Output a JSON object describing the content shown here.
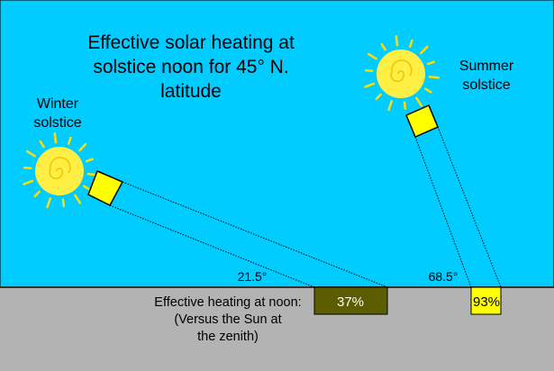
{
  "title": {
    "line1": "Effective solar heating at",
    "line2": "solstice noon for 45° N.",
    "line3": "latitude"
  },
  "winter": {
    "label_line1": "Winter",
    "label_line2": "solstice",
    "angle_label": "21.5°",
    "heating_value": "37%",
    "heating_fraction": 0.37
  },
  "summer": {
    "label_line1": "Summer",
    "label_line2": "solstice",
    "angle_label": "68.5°",
    "heating_value": "93%",
    "heating_fraction": 0.93
  },
  "caption": {
    "line1": "Effective heating at noon:",
    "line2": "(Versus the Sun at",
    "line3": "the zenith)"
  },
  "colors": {
    "sky": "#00ccff",
    "ground": "#b3b3b3",
    "sun_fill": "#ffee44",
    "sun_ray": "#ffdd00",
    "panel_fill": "#ffff00",
    "winter_bar": "#5c5c00",
    "summer_bar": "#ffff00"
  },
  "icons": {
    "winter_sun": "sun-icon",
    "summer_sun": "sun-icon"
  }
}
